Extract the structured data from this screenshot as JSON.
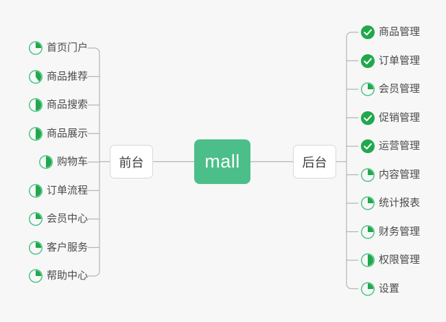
{
  "diagram": {
    "type": "mind-map",
    "background_color": "#f7f7f7",
    "center": {
      "label": "mall",
      "color": "#4cbe8a",
      "text_color": "#ffffff"
    },
    "branches": [
      {
        "id": "frontend",
        "label": "前台",
        "side": "left"
      },
      {
        "id": "backend",
        "label": "后台",
        "side": "right"
      }
    ],
    "colors": {
      "accent_green": "#4cbe8a",
      "done_green": "#21a84c",
      "ring_green": "#3fc07e",
      "line_gray": "#b5b5b5",
      "node_border": "#d8d8d8",
      "text": "#4a4a4a"
    },
    "legend": {
      "done_icon": "check-circle-icon",
      "progress_icon": "pie-progress-icon"
    }
  },
  "left_items": [
    {
      "label": "首页门户",
      "icon": "pie-progress-icon",
      "progress": 25
    },
    {
      "label": "商品推荐",
      "icon": "pie-progress-icon",
      "progress": 40
    },
    {
      "label": "商品搜索",
      "icon": "pie-progress-icon",
      "progress": 50
    },
    {
      "label": "商品展示",
      "icon": "pie-progress-icon",
      "progress": 50
    },
    {
      "label": "购物车",
      "icon": "pie-progress-icon",
      "progress": 50
    },
    {
      "label": "订单流程",
      "icon": "pie-progress-icon",
      "progress": 50
    },
    {
      "label": "会员中心",
      "icon": "pie-progress-icon",
      "progress": 25
    },
    {
      "label": "客户服务",
      "icon": "pie-progress-icon",
      "progress": 25
    },
    {
      "label": "帮助中心",
      "icon": "pie-progress-icon",
      "progress": 25
    }
  ],
  "right_items": [
    {
      "label": "商品管理",
      "icon": "check-circle-icon",
      "progress": 100
    },
    {
      "label": "订单管理",
      "icon": "check-circle-icon",
      "progress": 100
    },
    {
      "label": "会员管理",
      "icon": "pie-progress-icon",
      "progress": 25
    },
    {
      "label": "促销管理",
      "icon": "check-circle-icon",
      "progress": 100
    },
    {
      "label": "运营管理",
      "icon": "check-circle-icon",
      "progress": 100
    },
    {
      "label": "内容管理",
      "icon": "pie-progress-icon",
      "progress": 25
    },
    {
      "label": "统计报表",
      "icon": "pie-progress-icon",
      "progress": 25
    },
    {
      "label": "财务管理",
      "icon": "pie-progress-icon",
      "progress": 25
    },
    {
      "label": "权限管理",
      "icon": "pie-progress-icon",
      "progress": 50
    },
    {
      "label": "设置",
      "icon": "pie-progress-icon",
      "progress": 25
    }
  ]
}
